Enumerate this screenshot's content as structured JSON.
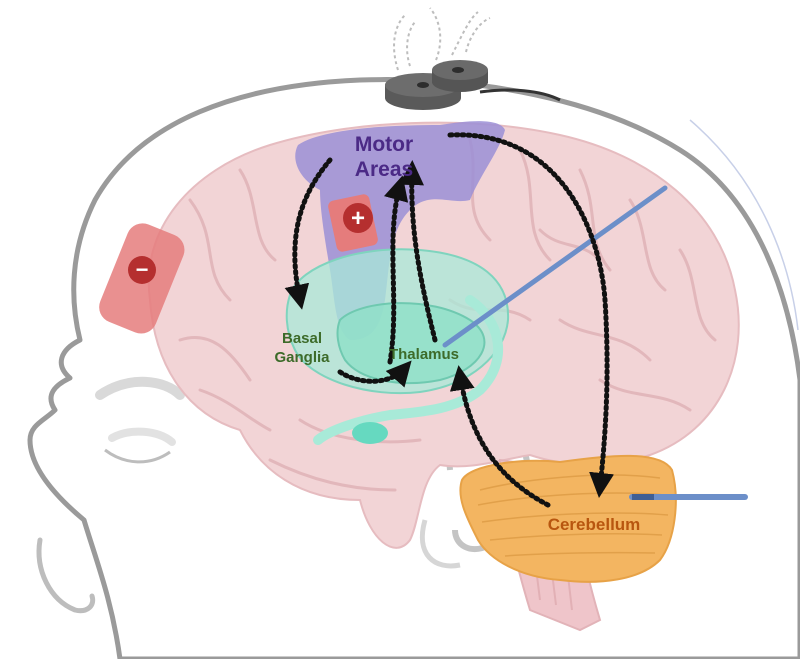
{
  "labels": {
    "motor_line1": "Motor",
    "motor_line2": "Areas",
    "basal_line1": "Basal",
    "basal_line2": "Ganglia",
    "thalamus": "Thalamus",
    "cerebellum": "Cerebellum"
  },
  "electrode_signs": {
    "negative": "−",
    "positive": "+"
  },
  "colors": {
    "background": "#ffffff",
    "head_outline": "#9a9a9a",
    "brain_fill": "#f2d4d6",
    "brain_fold": "#e2b7bb",
    "motor_fill": "#9b8fd6",
    "basal_fill": "#a8ead8",
    "cerebellum_fill": "#f3b561",
    "electrode_pad": "#e57c7c",
    "electrode_badge": "#b52f2f",
    "probe": "#6c8fc9",
    "motor_text": "#4b2a86",
    "basal_text": "#3d6b2a",
    "cerebellum_text": "#b8560f",
    "arrow": "#111111"
  }
}
